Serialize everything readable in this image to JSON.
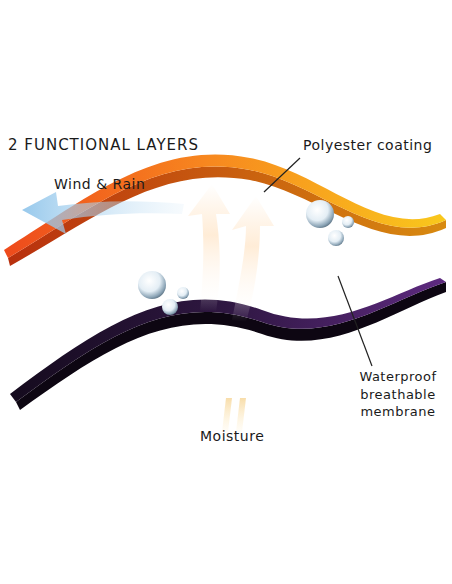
{
  "diagram": {
    "title": "2 FUNCTIONAL LAYERS",
    "labels": [
      "Polyester coating",
      "Wind & Rain",
      "Waterproof breathable membrane",
      "Moisture"
    ]
  }
}
